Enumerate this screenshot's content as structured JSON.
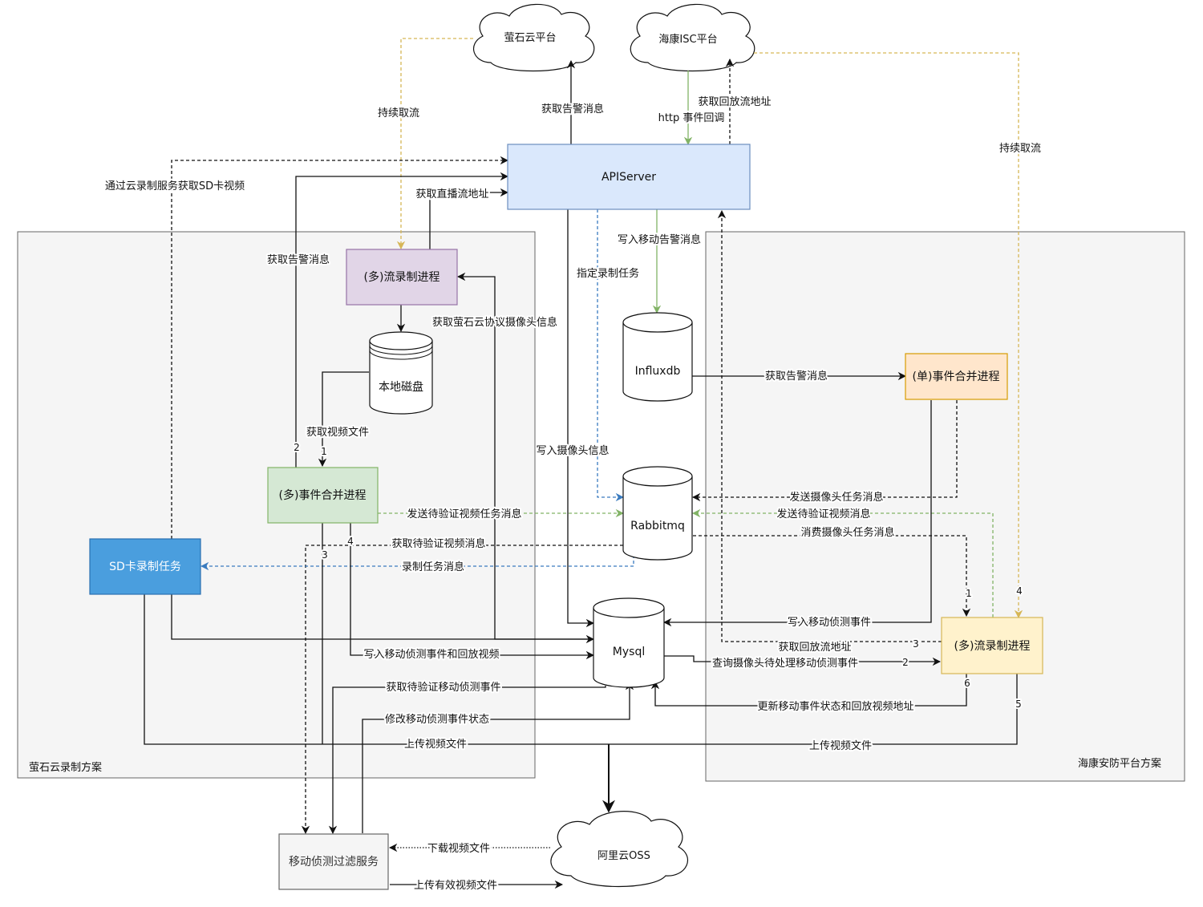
{
  "groups": {
    "ezviz": "萤石云录制方案",
    "hik": "海康安防平台方案"
  },
  "clouds": {
    "ezviz_platform": "萤石云平台",
    "hik_isc": "海康ISC平台",
    "oss": "阿里云OSS"
  },
  "nodes": {
    "apiserver": "APIServer",
    "stream_left": "(多)流录制进程",
    "local_disk": "本地磁盘",
    "event_merge_multi": "(多)事件合并进程",
    "sd_task": "SD卡录制任务",
    "influxdb": "Influxdb",
    "rabbitmq": "Rabbitmq",
    "mysql": "Mysql",
    "event_merge_single": "(单)事件合并进程",
    "stream_right": "(多)流录制进程",
    "motion_filter": "移动侦测过滤服务"
  },
  "labels": {
    "keep_pull_left": "持续取流",
    "get_alarm_top": "获取告警消息",
    "get_playback_url_top": "获取回放流地址",
    "http_callback": "http 事件回调",
    "keep_pull_right": "持续取流",
    "sd_via_cloud": "通过云录制服务获取SD卡视频",
    "get_live_url": "获取直播流地址",
    "get_alarm_left": "获取告警消息",
    "write_motion_alarm": "写入移动告警消息",
    "assign_record_task": "指定录制任务",
    "get_ezviz_camera_info": "获取萤石云协议摄像头信息",
    "get_video_file": "获取视频文件",
    "get_alarm_influx": "获取告警消息",
    "write_camera_info": "写入摄像头信息",
    "send_camera_task": "发送摄像头任务消息",
    "send_verify_task": "发送待验证视频任务消息",
    "send_verify_msg": "发送待验证视频消息",
    "consume_camera_task": "消费摄像头任务消息",
    "get_verify_msg": "获取待验证视频消息",
    "record_task_msg": "录制任务消息",
    "write_motion_event": "写入移动侦测事件",
    "get_playback_url_right": "获取回放流地址",
    "write_motion_playback": "写入移动侦测事件和回放视频",
    "query_pending_events": "查询摄像头待处理移动侦测事件",
    "get_verify_event": "获取待验证移动侦测事件",
    "update_event_status": "更新移动事件状态和回放视频地址",
    "modify_event_status": "修改移动侦测事件状态",
    "upload_left": "上传视频文件",
    "upload_right": "上传视频文件",
    "download_video": "下载视频文件",
    "upload_valid": "上传有效视频文件"
  },
  "numbers": {
    "n1": "1",
    "n2": "2",
    "n3": "3",
    "n4": "4",
    "r1": "1",
    "r2": "2",
    "r3": "3",
    "r4": "4",
    "r5": "5",
    "r6": "6"
  },
  "colors": {
    "apiserver_fill": "#dae8fc",
    "apiserver_stroke": "#6c8ebf",
    "purple_fill": "#e1d5e7",
    "purple_stroke": "#9673a6",
    "green_fill": "#d5e8d4",
    "green_stroke": "#82b366",
    "orange_fill": "#ffe6cc",
    "orange_stroke": "#d79b00",
    "yellow_fill": "#fff2cc",
    "yellow_stroke": "#d6b656",
    "sd_fill": "#4a9ede",
    "sd_stroke": "#2a6fb0",
    "group_fill": "#f5f5f5",
    "group_stroke": "#666666",
    "blue_dash": "#3a7bbf",
    "green_edge": "#82b366",
    "gold_edge": "#d6b656"
  }
}
